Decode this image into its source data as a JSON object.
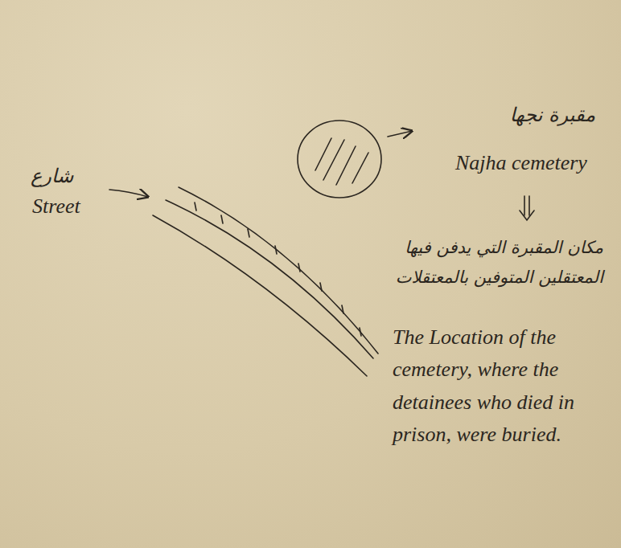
{
  "diagram": {
    "labels": [
      "شارع",
      "Street",
      "مقبرة نجها",
      "Najha cemetery",
      "مكان المقبرة التي يدفن فيها المعتقلين المتوفين بالمعتقلات",
      "The Location of the cemetery, where the detainees who died in prison, were buried."
    ]
  }
}
